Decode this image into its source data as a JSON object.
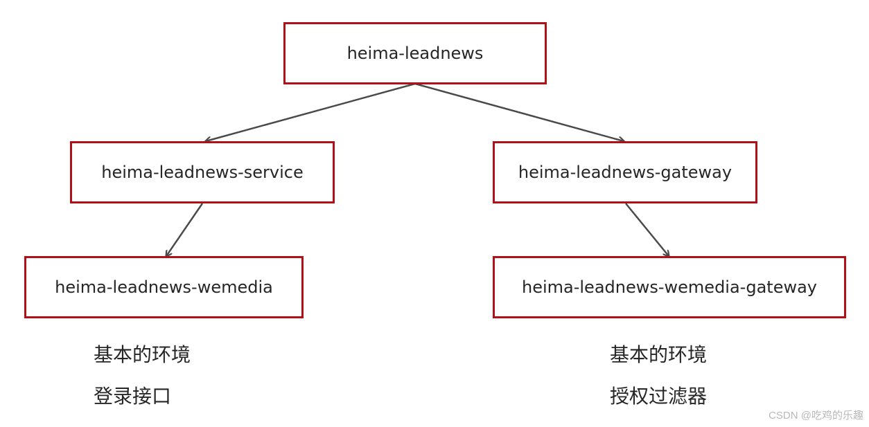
{
  "nodes": {
    "root": "heima-leadnews",
    "service": "heima-leadnews-service",
    "gateway": "heima-leadnews-gateway",
    "wemedia": "heima-leadnews-wemedia",
    "wemedia_gateway": "heima-leadnews-wemedia-gateway"
  },
  "notes": {
    "left": [
      "基本的环境",
      "登录接口"
    ],
    "right": [
      "基本的环境",
      "授权过滤器"
    ]
  },
  "watermark": "CSDN @吃鸡的乐趣"
}
